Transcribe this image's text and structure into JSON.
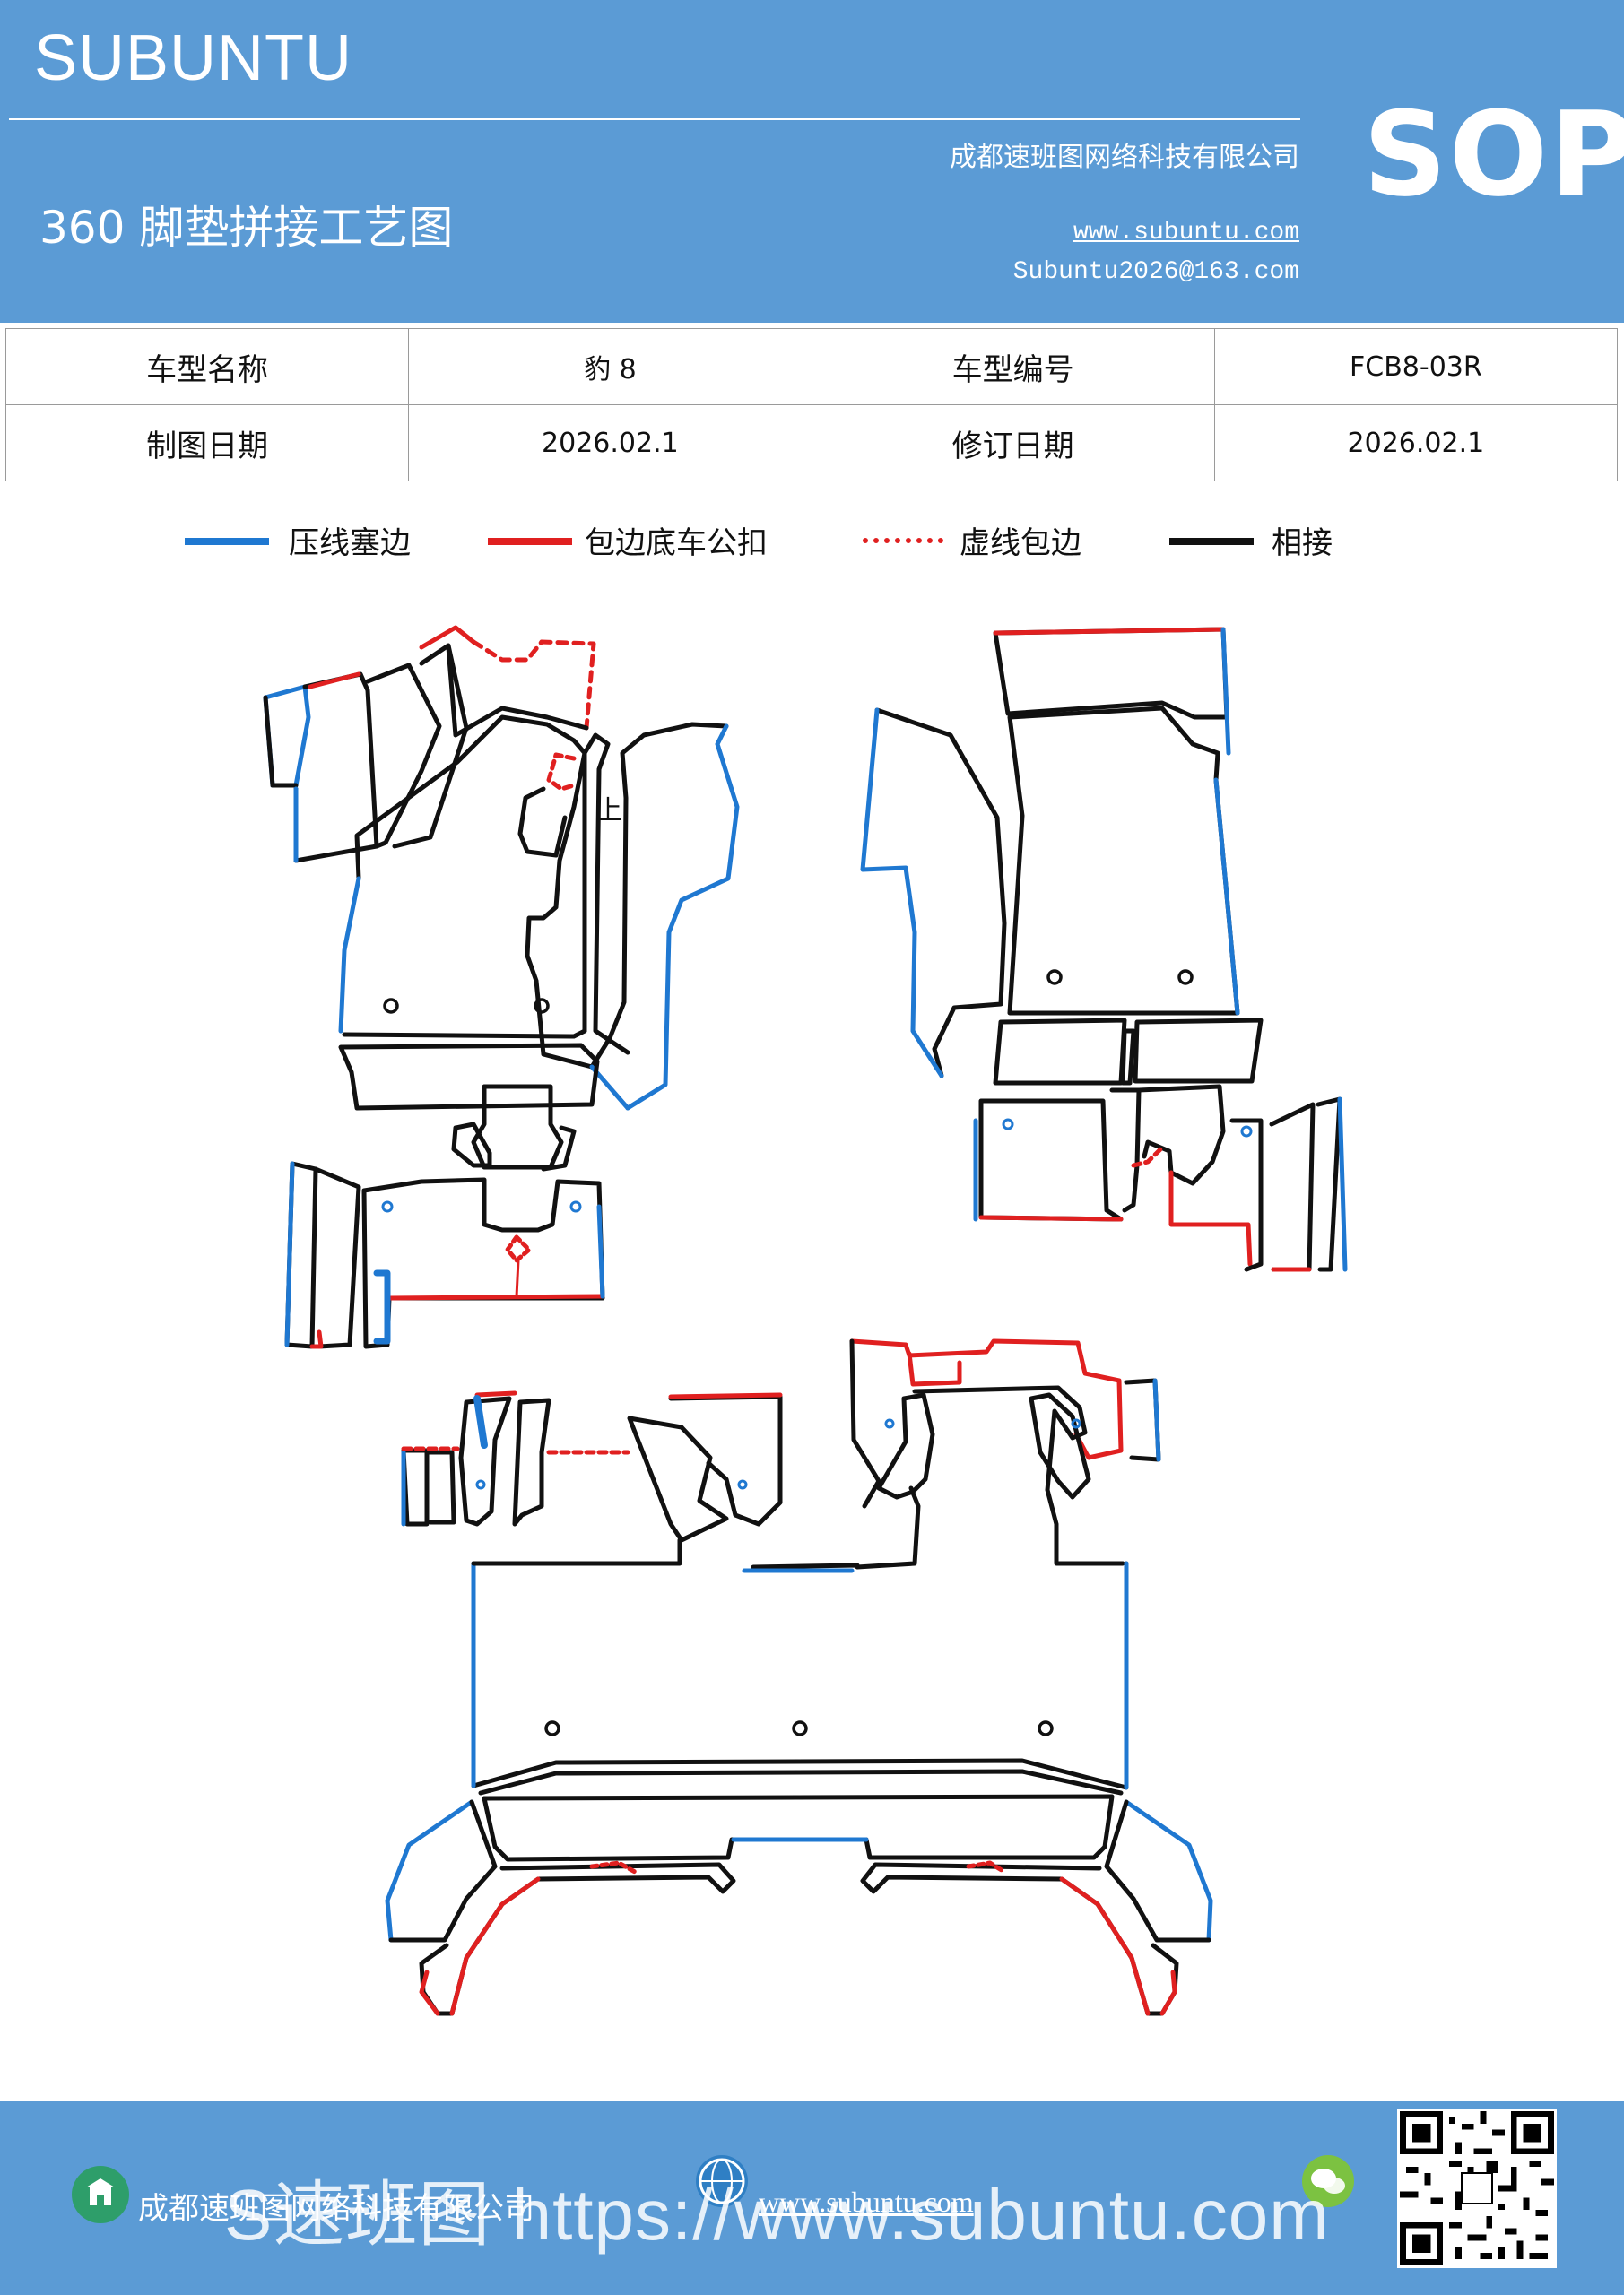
{
  "header": {
    "brand": "SUBUNTU",
    "doc_title": "360 脚垫拼接工艺图",
    "company": "成都速班图网络科技有限公司",
    "website": "www.subuntu.com",
    "email": "Subuntu2026@163.com",
    "sop": "SOP"
  },
  "info_table": {
    "rows": [
      [
        "车型名称",
        "豹 8",
        "车型编号",
        "FCB8-03R"
      ],
      [
        "制图日期",
        "2026.02.1",
        "修订日期",
        "2026.02.1"
      ]
    ]
  },
  "legend": [
    {
      "label": "压线塞边",
      "color": "#1f78d1",
      "style": "solid"
    },
    {
      "label": "包边底车公扣",
      "color": "#e02020",
      "style": "solid"
    },
    {
      "label": "虚线包边",
      "color": "#e02020",
      "style": "dotted"
    },
    {
      "label": "相接",
      "color": "#111111",
      "style": "solid"
    }
  ],
  "drawing": {
    "annotation": "上"
  },
  "footer": {
    "overlay_text": "S速班图 https://www.subuntu.com",
    "company": "成都速班图网络科技有限公司",
    "website": "www.subuntu.com"
  },
  "colors": {
    "header_bg": "#5b9bd5",
    "blue_line": "#1f78d1",
    "red_line": "#e02020",
    "black_line": "#111111"
  }
}
